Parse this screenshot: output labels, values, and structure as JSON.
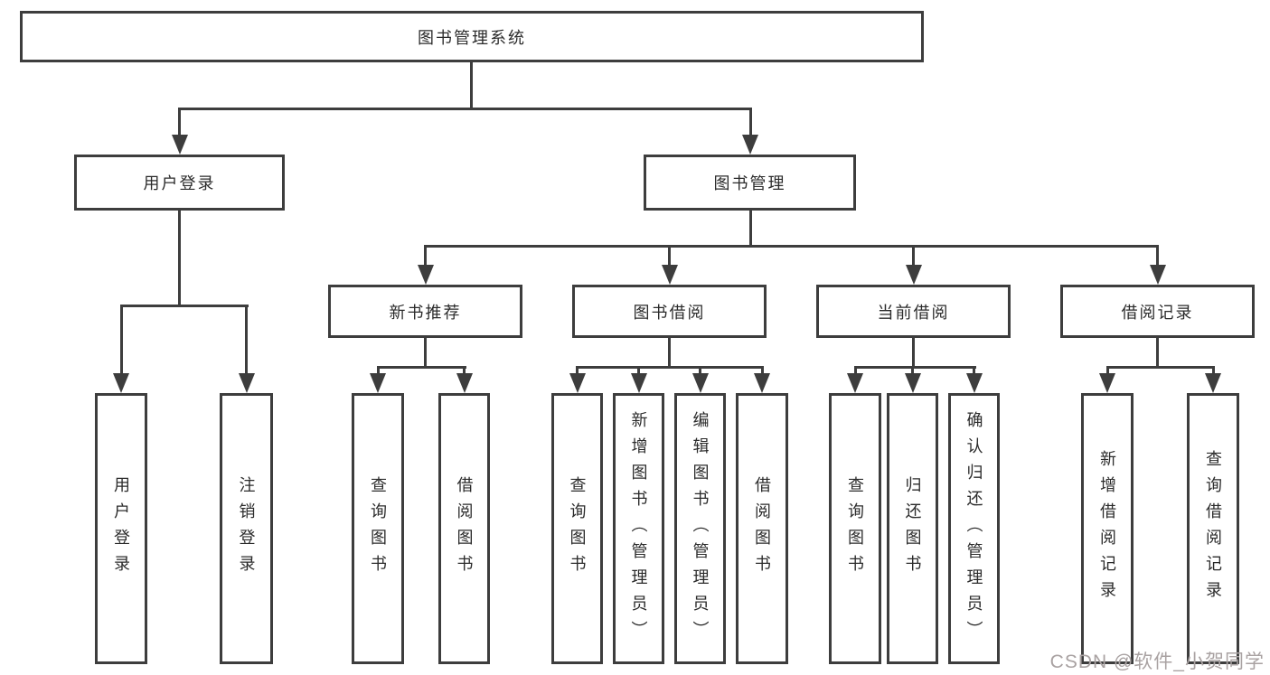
{
  "diagram": {
    "root": "图书管理系统",
    "level2": {
      "user_login": "用户登录",
      "book_management": "图书管理"
    },
    "level3": {
      "new_book_recommend": "新书推荐",
      "book_borrowing": "图书借阅",
      "current_borrowing": "当前借阅",
      "borrowing_records": "借阅记录"
    },
    "leaves": {
      "user_login": [
        "用户登录",
        "注销登录"
      ],
      "new_book_recommend": [
        "查询图书",
        "借阅图书"
      ],
      "book_borrowing": [
        "查询图书",
        "新增图书（管理员）",
        "编辑图书（管理员）",
        "借阅图书"
      ],
      "current_borrowing": [
        "查询图书",
        "归还图书",
        "确认归还（管理员）"
      ],
      "borrowing_records": [
        "新增借阅记录",
        "查询借阅记录"
      ]
    }
  },
  "watermark": {
    "text": "CSDN @软件_小贺同学"
  },
  "colors": {
    "line": "#3d3d3d",
    "text": "#2b2b2b",
    "watermark": "#a9a2a2",
    "background": "#ffffff"
  }
}
